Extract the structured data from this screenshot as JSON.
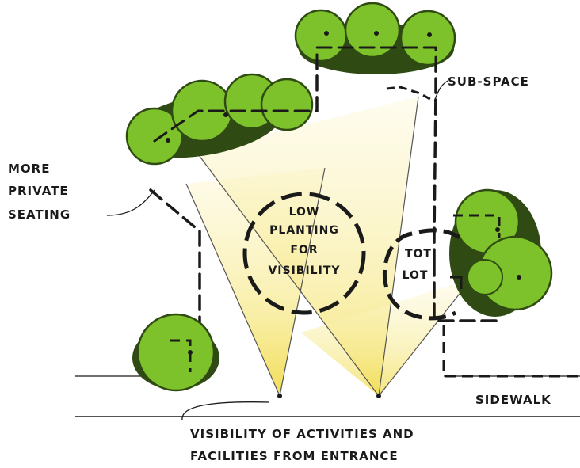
{
  "labels": {
    "sub_space": "SUB-SPACE",
    "more_private_seating": [
      "MORE",
      "PRIVATE",
      "SEATING"
    ],
    "low_planting": [
      "LOW",
      "PLANTING",
      "FOR",
      "VISIBILITY"
    ],
    "tot_lot": [
      "TOT",
      "LOT"
    ],
    "sidewalk": "SIDEWALK",
    "caption": [
      "VISIBILITY OF ACTIVITIES AND",
      "FACILITIES FROM ENTRANCE"
    ]
  },
  "colors": {
    "tree_fill": "#7dc22a",
    "tree_shadow": "#2f4a12",
    "sightline_fill": "#fbf3b0",
    "sightline_core": "#f3e160",
    "ink": "#1a1a1a"
  }
}
